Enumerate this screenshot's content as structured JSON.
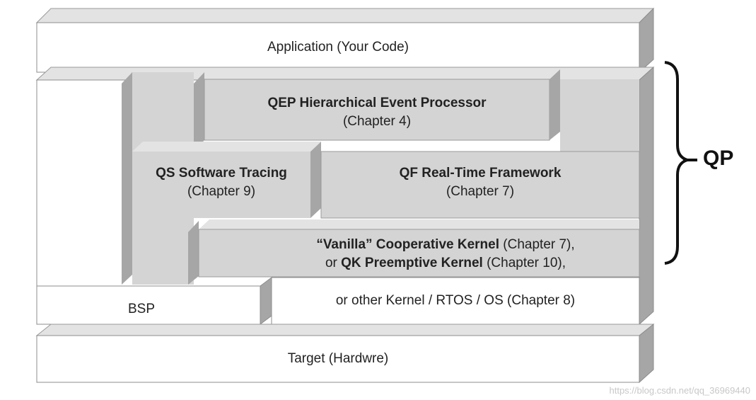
{
  "layers": {
    "application": {
      "text": "Application (Your Code)"
    },
    "qep": {
      "title": "QEP Hierarchical Event Processor",
      "subtitle": "(Chapter 4)"
    },
    "qs": {
      "title": "QS Software Tracing",
      "subtitle": "(Chapter 9)"
    },
    "qf": {
      "title": "QF Real-Time Framework",
      "subtitle": "(Chapter 7)"
    },
    "kernel": {
      "line1_bold": "“Vanilla” Cooperative Kernel",
      "line1_rest": " (Chapter 7),",
      "line2_prefix": "or ",
      "line2_bold": "QK Preemptive Kernel",
      "line2_rest": " (Chapter 10),"
    },
    "bsp": {
      "text": "BSP"
    },
    "other_kernel": {
      "text": "or other Kernel / RTOS / OS (Chapter 8)"
    },
    "target": {
      "text": "Target (Hardwre)"
    }
  },
  "bracket": {
    "label": "QP"
  },
  "watermark": "https://blog.csdn.net/qq_36969440",
  "colors": {
    "white_face": "#ffffff",
    "gray_face": "#d4d4d4",
    "side_face": "#a6a6a6",
    "top_face": "#e3e3e3",
    "outline": "#8c8c8c"
  }
}
